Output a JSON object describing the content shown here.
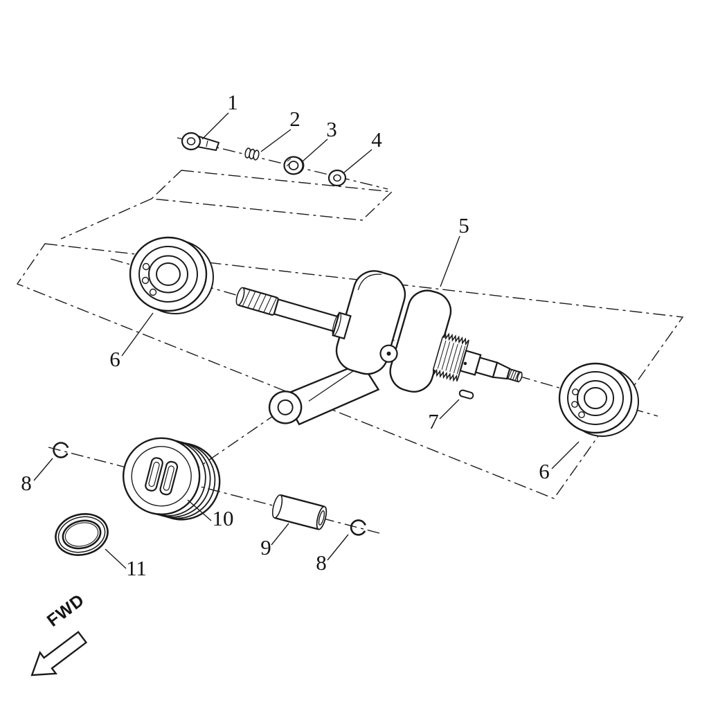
{
  "diagram": {
    "fwd_label": "FWD",
    "callouts": {
      "c1": "1",
      "c2": "2",
      "c3": "3",
      "c4": "4",
      "c5": "5",
      "c6_left": "6",
      "c6_right": "6",
      "c7": "7",
      "c8_left": "8",
      "c8_right": "8",
      "c9": "9",
      "c10": "10",
      "c11": "11"
    },
    "colors": {
      "line": "#1a1a1a",
      "background": "#ffffff"
    }
  }
}
